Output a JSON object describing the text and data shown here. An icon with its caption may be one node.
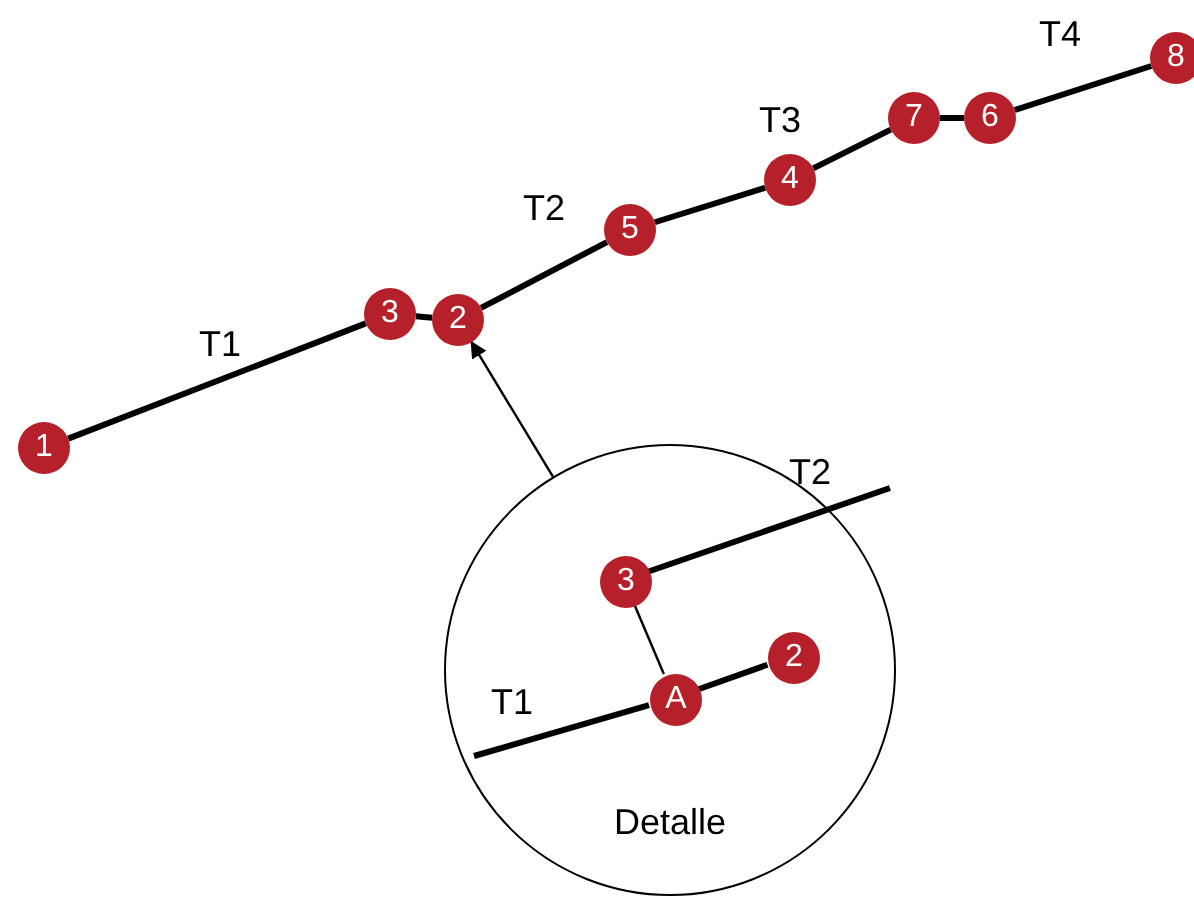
{
  "diagram": {
    "nodes": [
      {
        "text": [
          "1"
        ]
      },
      {
        "text": [
          "3"
        ]
      },
      {
        "text": [
          "2"
        ]
      },
      {
        "text": [
          "5"
        ]
      },
      {
        "text": [
          "4"
        ]
      },
      {
        "text": [
          "7"
        ]
      },
      {
        "text": [
          "6"
        ]
      },
      {
        "text": [
          "8"
        ]
      },
      {
        "text": [
          "Detalle"
        ]
      },
      {
        "text": [
          "3"
        ],
        "in": 8
      },
      {
        "text": [
          "A"
        ],
        "in": 8
      },
      {
        "text": [
          "2"
        ],
        "in": 8
      }
    ],
    "edges": [
      {
        "from": 0,
        "to": 1,
        "arrow": "none"
      },
      {
        "from": 1,
        "to": 2,
        "arrow": "none"
      },
      {
        "from": 2,
        "to": 3,
        "arrow": "none"
      },
      {
        "from": 3,
        "to": 4,
        "arrow": "none"
      },
      {
        "from": 4,
        "to": 5,
        "arrow": "none"
      },
      {
        "from": 5,
        "to": 6,
        "arrow": "none"
      },
      {
        "from": 6,
        "to": 7,
        "arrow": "none"
      },
      {
        "from": null,
        "to": 10,
        "arrow": "none"
      },
      {
        "from": 10,
        "to": 11,
        "arrow": "none"
      },
      {
        "from": 9,
        "to": 10,
        "arrow": "none"
      },
      {
        "from": 9,
        "to": null,
        "arrow": "none"
      },
      {
        "from": 8,
        "to": 2,
        "arrow": "to"
      }
    ],
    "labels": [
      "T1",
      "T2",
      "T3",
      "T4",
      "T2",
      "T1"
    ]
  }
}
